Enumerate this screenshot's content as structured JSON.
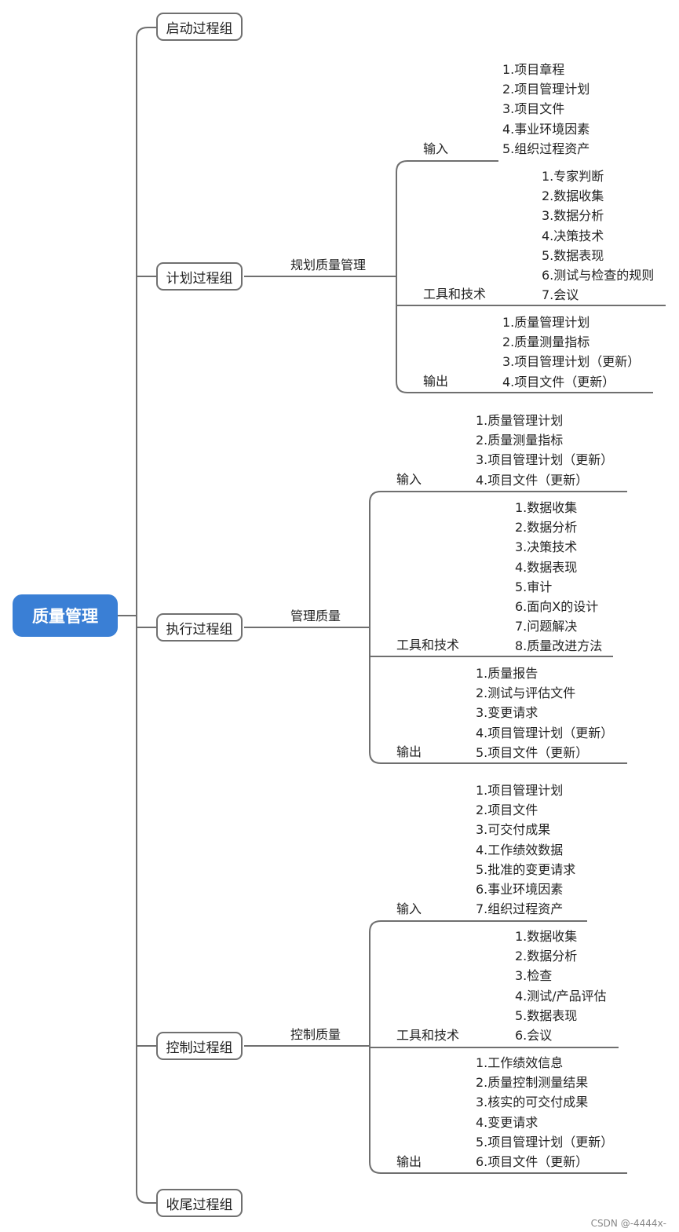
{
  "root": "质量管理",
  "phases": [
    "启动过程组",
    "计划过程组",
    "执行过程组",
    "控制过程组",
    "收尾过程组"
  ],
  "processes": {
    "plan": {
      "name": "规划质量管理",
      "input_label": "输入",
      "tools_label": "工具和技术",
      "output_label": "输出",
      "inputs": [
        "1.项目章程",
        "2.项目管理计划",
        "3.项目文件",
        "4.事业环境因素",
        "5.组织过程资产"
      ],
      "tools": [
        "1.专家判断",
        "2.数据收集",
        "3.数据分析",
        "4.决策技术",
        "5.数据表现",
        "6.测试与检查的规则",
        "7.会议"
      ],
      "outputs": [
        "1.质量管理计划",
        "2.质量测量指标",
        "3.项目管理计划（更新）",
        "4.项目文件（更新）"
      ]
    },
    "manage": {
      "name": "管理质量",
      "input_label": "输入",
      "tools_label": "工具和技术",
      "output_label": "输出",
      "inputs": [
        "1.质量管理计划",
        "2.质量测量指标",
        "3.项目管理计划（更新）",
        "4.项目文件（更新）"
      ],
      "tools": [
        "1.数据收集",
        "2.数据分析",
        "3.决策技术",
        "4.数据表现",
        "5.审计",
        "6.面向X的设计",
        "7.问题解决",
        "8.质量改进方法"
      ],
      "outputs": [
        "1.质量报告",
        "2.测试与评估文件",
        "3.变更请求",
        "4.项目管理计划（更新）",
        "5.项目文件（更新）"
      ]
    },
    "control": {
      "name": "控制质量",
      "input_label": "输入",
      "tools_label": "工具和技术",
      "output_label": "输出",
      "inputs": [
        "1.项目管理计划",
        "2.项目文件",
        "3.可交付成果",
        "4.工作绩效数据",
        "5.批准的变更请求",
        "6.事业环境因素",
        "7.组织过程资产"
      ],
      "tools": [
        "1.数据收集",
        "2.数据分析",
        "3.检查",
        "4.测试/产品评估",
        "5.数据表现",
        "6.会议"
      ],
      "outputs": [
        "1.工作绩效信息",
        "2.质量控制测量结果",
        "3.核实的可交付成果",
        "4.变更请求",
        "5.项目管理计划（更新）",
        "6.项目文件（更新）"
      ]
    }
  },
  "watermark": "CSDN @-4444x-"
}
